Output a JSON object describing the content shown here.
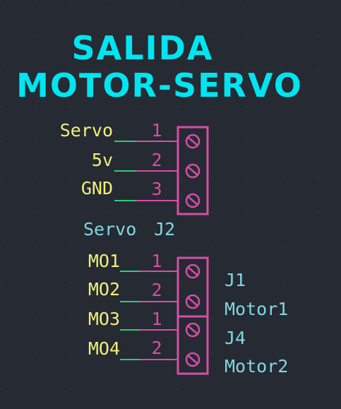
{
  "title": {
    "line1": "SALIDA",
    "line2": "MOTOR-SERVO"
  },
  "connectors": [
    {
      "reference": "J2",
      "value": "Servo",
      "pins": [
        {
          "number": "1",
          "net": "Servo"
        },
        {
          "number": "2",
          "net": "5v"
        },
        {
          "number": "3",
          "net": "GND"
        }
      ]
    },
    {
      "reference": "J1",
      "value": "Motor1",
      "pins": [
        {
          "number": "1",
          "net": "MO1"
        },
        {
          "number": "2",
          "net": "MO2"
        }
      ]
    },
    {
      "reference": "J4",
      "value": "Motor2",
      "pins": [
        {
          "number": "1",
          "net": "MO3"
        },
        {
          "number": "2",
          "net": "MO4"
        }
      ]
    }
  ],
  "colors": {
    "background": "#262a33",
    "title": "#00e5f0",
    "net_label": "#f0f07a",
    "component": "#d64ea7",
    "wire": "#2ecc71",
    "reference": "#7fd8e0"
  }
}
